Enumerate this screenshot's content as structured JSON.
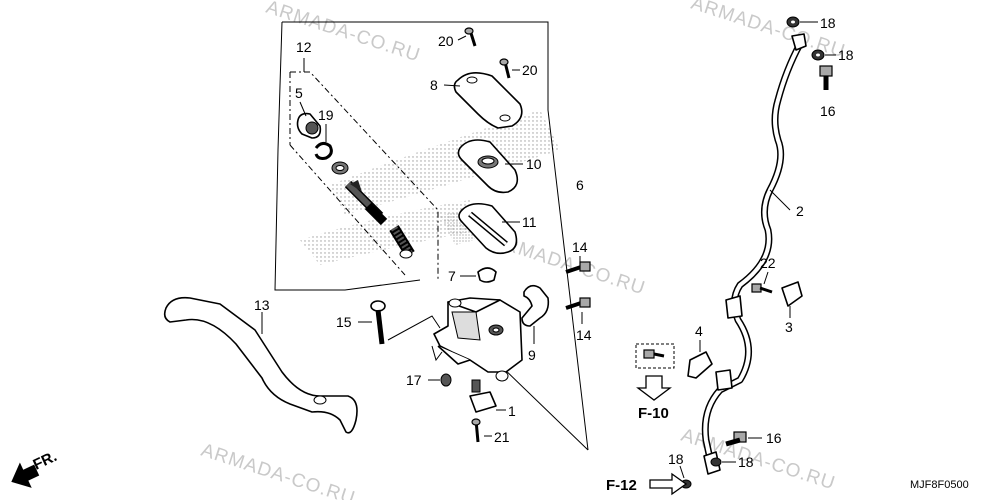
{
  "watermark_text": "ARMADA-CO.RU",
  "diagram_code": "MJF8F0500",
  "direction_label": "FR.",
  "refs": {
    "f10": "F-10",
    "f12": "F-12"
  },
  "labels": {
    "p1": "1",
    "p2": "2",
    "p3": "3",
    "p4": "4",
    "p5": "5",
    "p6": "6",
    "p7": "7",
    "p8": "8",
    "p9": "9",
    "p10": "10",
    "p11": "11",
    "p12": "12",
    "p13": "13",
    "p14a": "14",
    "p14b": "14",
    "p15": "15",
    "p16a": "16",
    "p16b": "16",
    "p17": "17",
    "p18a": "18",
    "p18b": "18",
    "p18c": "18",
    "p18d": "18",
    "p19": "19",
    "p20a": "20",
    "p20b": "20",
    "p21": "21",
    "p22": "22"
  }
}
